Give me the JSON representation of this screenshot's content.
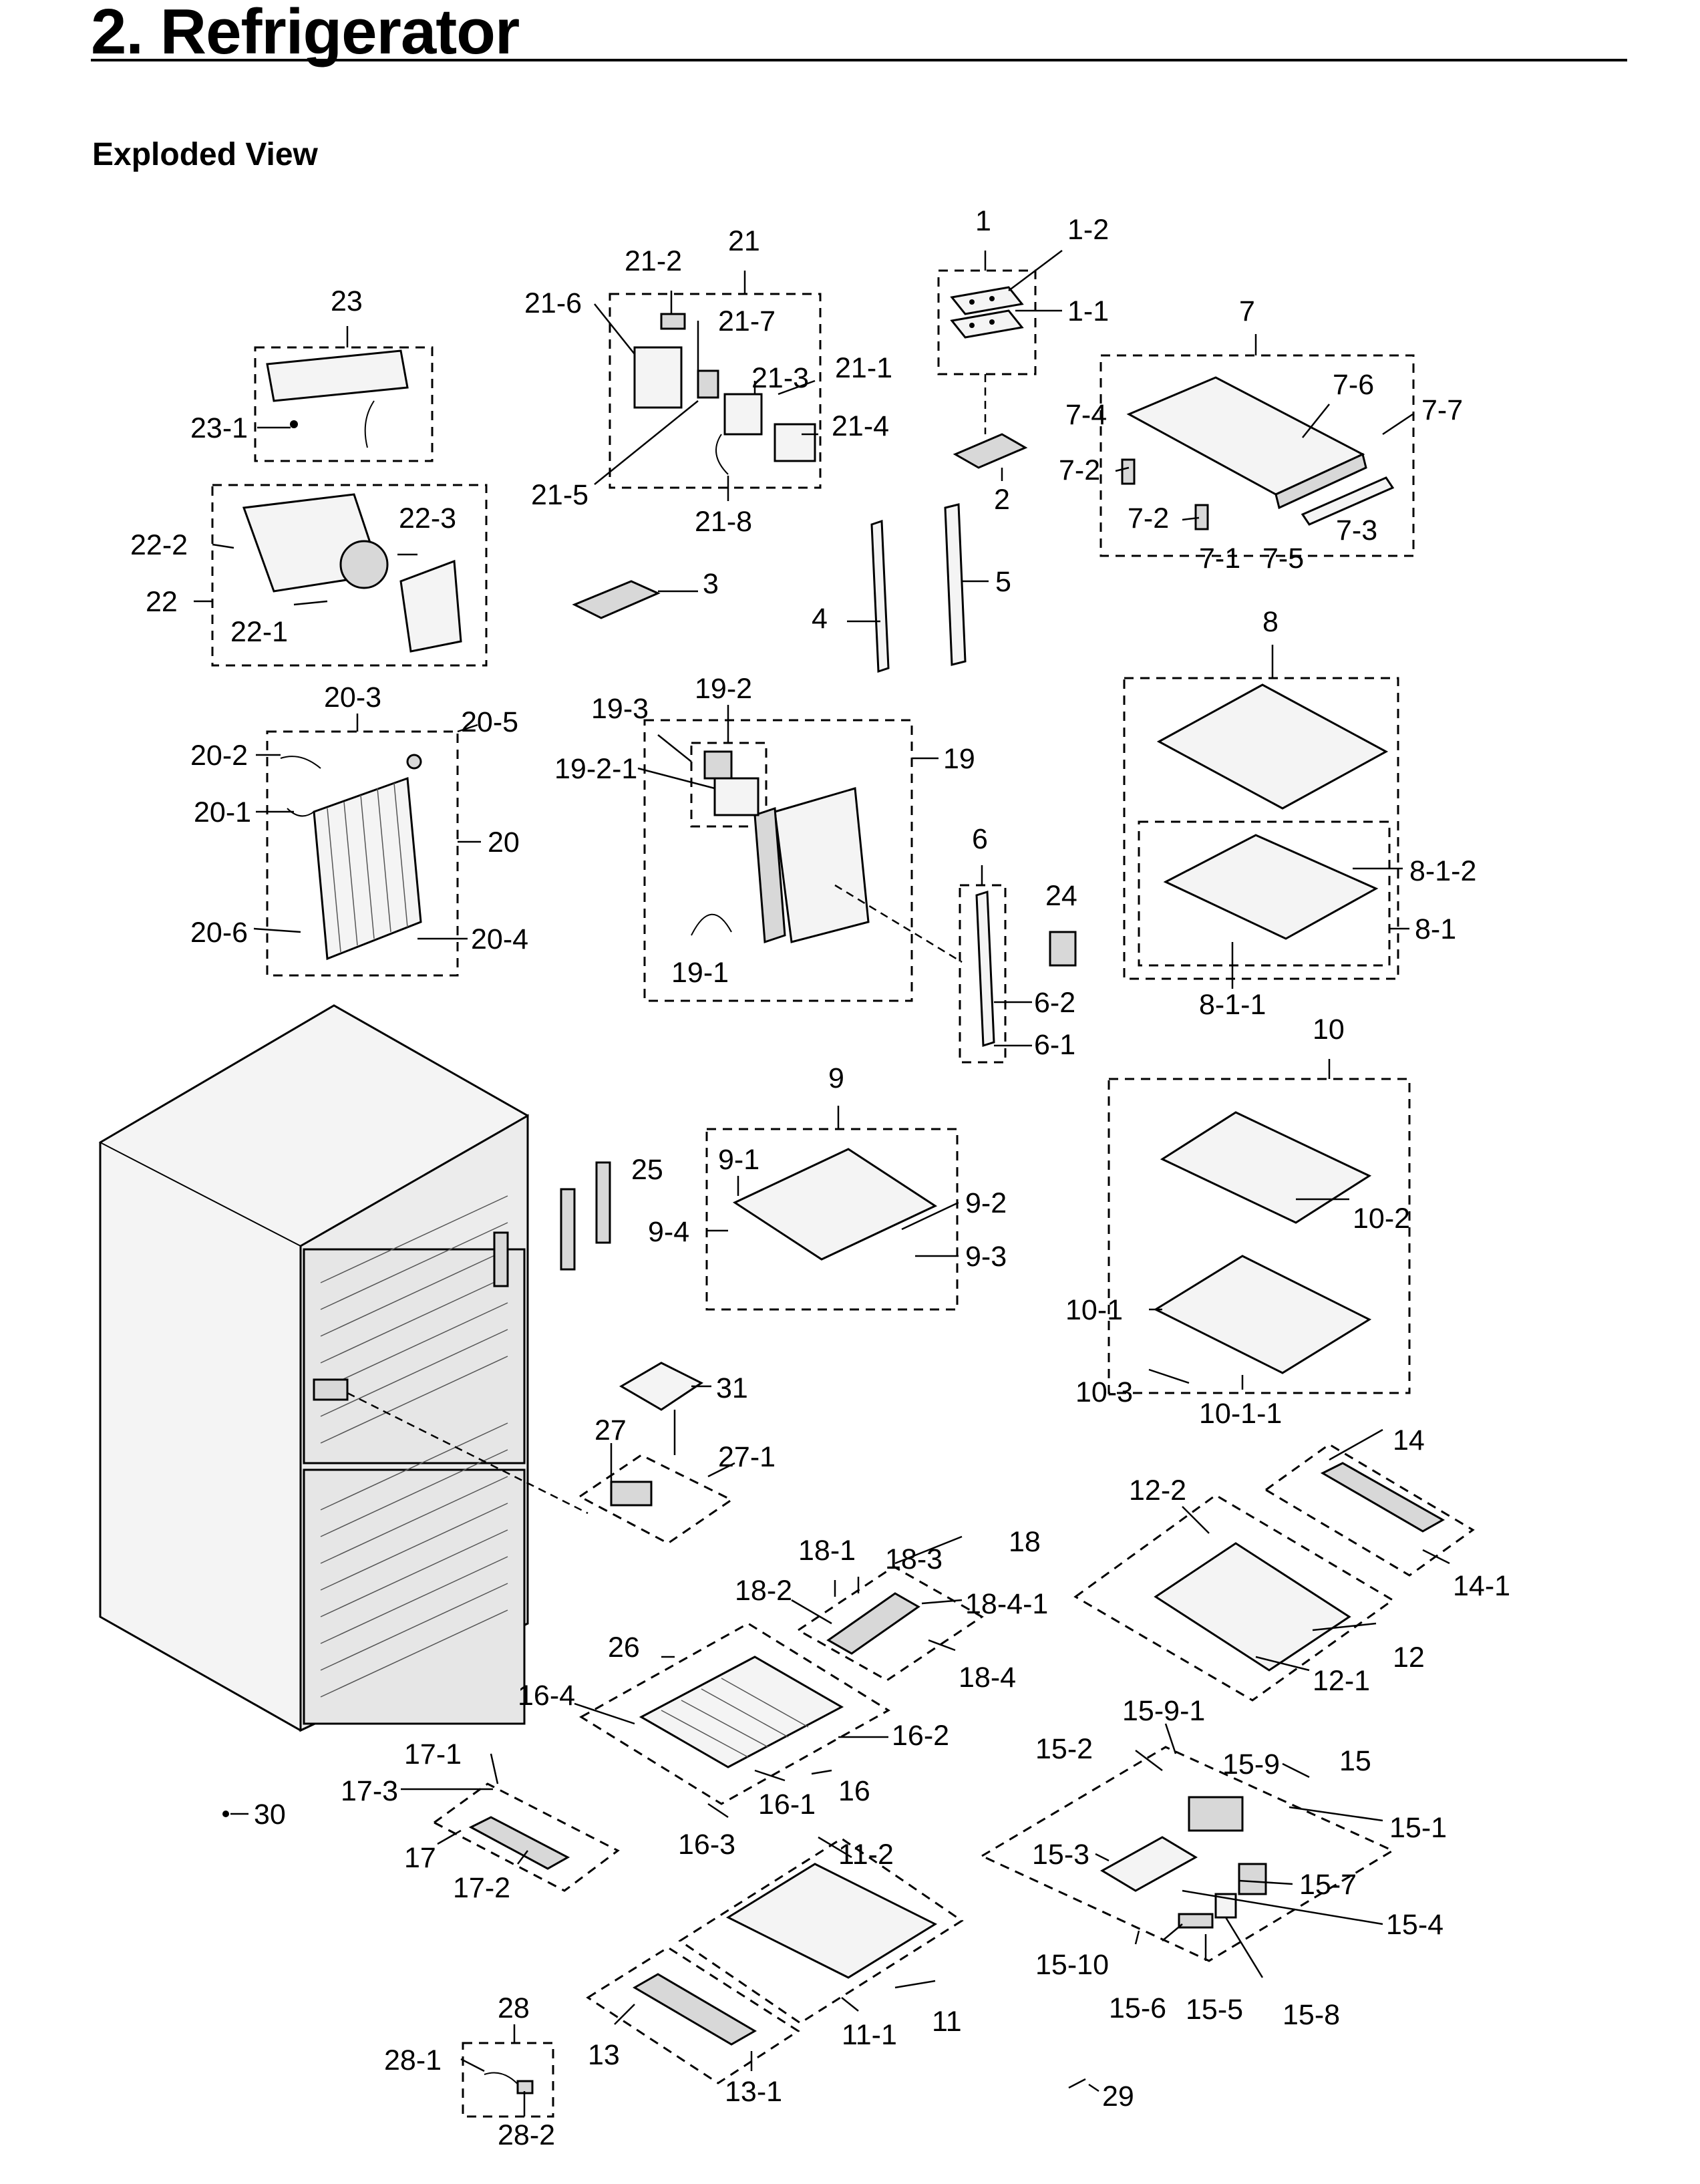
{
  "page": {
    "section_title": "2. Refrigerator",
    "subtitle": "Exploded View"
  },
  "labels": {
    "l1": "1",
    "l1_1": "1-1",
    "l1_2": "1-2",
    "l2": "2",
    "l3": "3",
    "l4": "4",
    "l5": "5",
    "l6": "6",
    "l6_1": "6-1",
    "l6_2": "6-2",
    "l7": "7",
    "l7_1": "7-1",
    "l7_2a": "7-2",
    "l7_2b": "7-2",
    "l7_3": "7-3",
    "l7_4": "7-4",
    "l7_5": "7-5",
    "l7_6": "7-6",
    "l7_7": "7-7",
    "l8": "8",
    "l8_1": "8-1",
    "l8_1_1": "8-1-1",
    "l8_1_2": "8-1-2",
    "l9": "9",
    "l9_1": "9-1",
    "l9_2": "9-2",
    "l9_3": "9-3",
    "l9_4": "9-4",
    "l10": "10",
    "l10_1": "10-1",
    "l10_1_1": "10-1-1",
    "l10_2": "10-2",
    "l10_3": "10-3",
    "l11": "11",
    "l11_1": "11-1",
    "l11_2": "11-2",
    "l12": "12",
    "l12_1": "12-1",
    "l12_2": "12-2",
    "l13": "13",
    "l13_1": "13-1",
    "l14": "14",
    "l14_1": "14-1",
    "l15": "15",
    "l15_1": "15-1",
    "l15_2": "15-2",
    "l15_3": "15-3",
    "l15_4": "15-4",
    "l15_5": "15-5",
    "l15_6": "15-6",
    "l15_7": "15-7",
    "l15_8": "15-8",
    "l15_9": "15-9",
    "l15_9_1": "15-9-1",
    "l15_10": "15-10",
    "l16": "16",
    "l16_1": "16-1",
    "l16_2": "16-2",
    "l16_3": "16-3",
    "l16_4": "16-4",
    "l17": "17",
    "l17_1": "17-1",
    "l17_2": "17-2",
    "l17_3": "17-3",
    "l18": "18",
    "l18_1": "18-1",
    "l18_2": "18-2",
    "l18_3": "18-3",
    "l18_4": "18-4",
    "l18_4_1": "18-4-1",
    "l19": "19",
    "l19_1": "19-1",
    "l19_2": "19-2",
    "l19_2_1": "19-2-1",
    "l19_3": "19-3",
    "l20": "20",
    "l20_1": "20-1",
    "l20_2": "20-2",
    "l20_3": "20-3",
    "l20_4": "20-4",
    "l20_5": "20-5",
    "l20_6": "20-6",
    "l21": "21",
    "l21_1": "21-1",
    "l21_2": "21-2",
    "l21_3": "21-3",
    "l21_4": "21-4",
    "l21_5": "21-5",
    "l21_6": "21-6",
    "l21_7": "21-7",
    "l21_8": "21-8",
    "l22": "22",
    "l22_1": "22-1",
    "l22_2": "22-2",
    "l22_3": "22-3",
    "l23": "23",
    "l23_1": "23-1",
    "l24": "24",
    "l25": "25",
    "l26": "26",
    "l27": "27",
    "l27_1": "27-1",
    "l28": "28",
    "l28_1": "28-1",
    "l28_2": "28-2",
    "l29": "29",
    "l30": "30",
    "l31": "31"
  }
}
